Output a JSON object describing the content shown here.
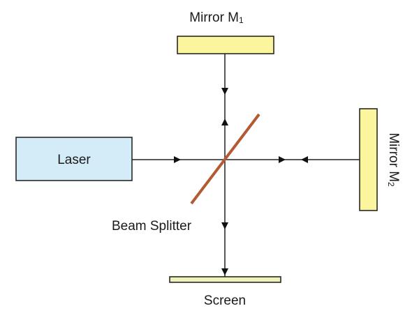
{
  "diagram": {
    "laser": {
      "label": "Laser",
      "color": "#d4ecf7"
    },
    "mirror1": {
      "label_main": "Mirror M",
      "label_sub": "1",
      "color": "#fbf59d"
    },
    "mirror2": {
      "label_main": "Mirror M",
      "label_sub": "2",
      "color": "#fbf59d"
    },
    "beam_splitter": {
      "label": "Beam Splitter",
      "color": "#b35a32"
    },
    "screen": {
      "label": "Screen",
      "color": "#eef2b8"
    },
    "beam_color": "#222222"
  }
}
